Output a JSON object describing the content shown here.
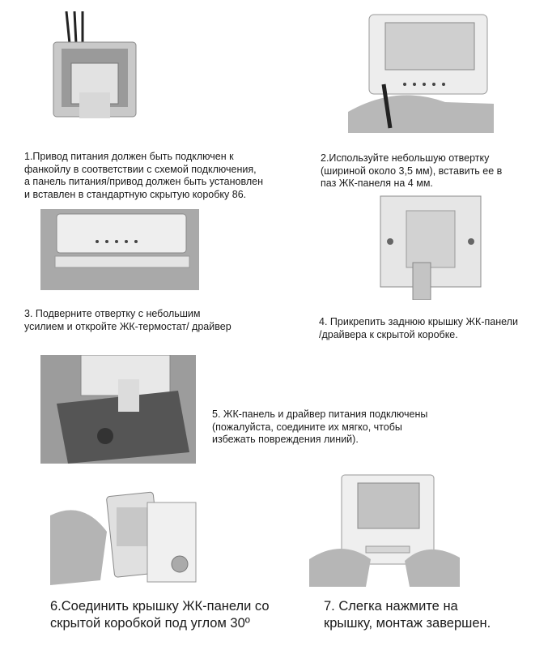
{
  "steps": [
    {
      "lines": [
        "1.Привод питания должен быть подключен к",
        "фанкойлу в соответствии с схемой подключения,",
        "а панель питания/привод должен быть установлен",
        "и вставлен в стандартную скрытую коробку 86."
      ]
    },
    {
      "lines": [
        "2.Используйте небольшую отвертку",
        "(шириной около 3,5 мм), вставить ее в",
        "паз ЖК-панеля на 4 мм."
      ]
    },
    {
      "lines": [
        "3. Подверните отвертку с небольшим",
        "усилием и откройте ЖК-термостат/ драйвер"
      ]
    },
    {
      "lines": [
        "4. Прикрепить заднюю крышку ЖК-панели",
        "/драйвера к скрытой коробке."
      ]
    },
    {
      "lines": [
        "5. ЖК-панель и драйвер питания подключены",
        "(пожалуйста, соедините их мягко, чтобы",
        "избежать повреждения линий)."
      ]
    },
    {
      "lines": [
        "6.Соединить крышку ЖК-панели со",
        "скрытой коробкой под углом 30º"
      ]
    },
    {
      "lines": [
        "7. Слегка нажмите на",
        "крышку, монтаж завершен."
      ]
    }
  ]
}
